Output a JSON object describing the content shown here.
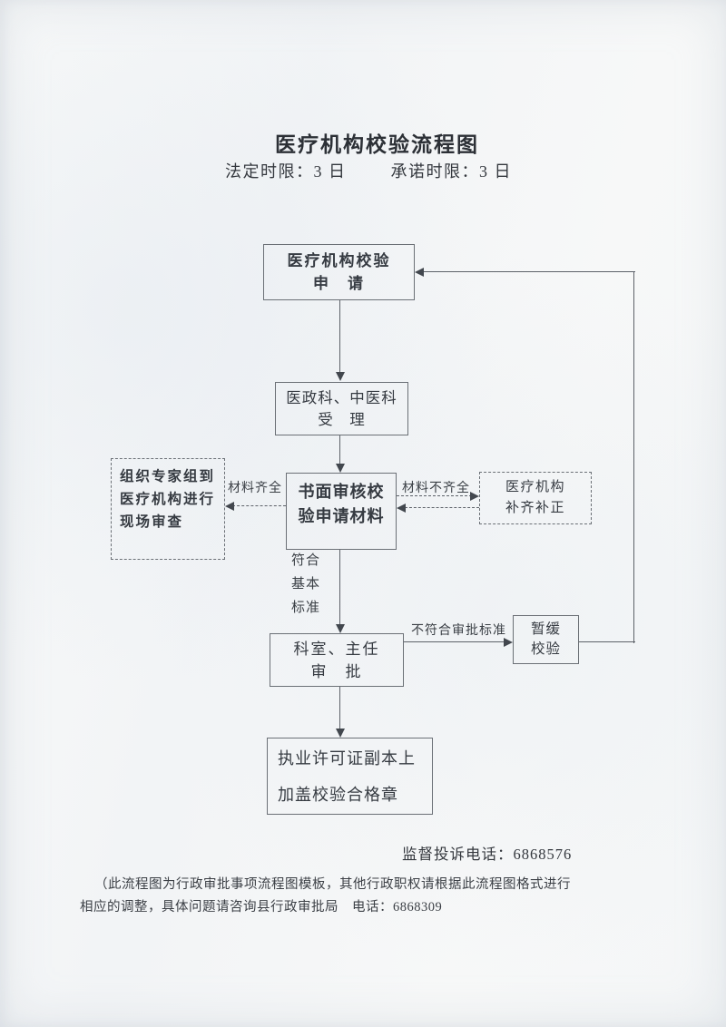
{
  "page": {
    "title": "医疗机构校验流程图",
    "legal_limit": "法定时限：3 日",
    "promise_limit": "承诺时限：3 日"
  },
  "flowchart": {
    "nodes": {
      "apply": {
        "line1": "医疗机构校验",
        "line2": "申　请"
      },
      "accept": {
        "line1": "医政科、中医科",
        "line2": "受　理"
      },
      "review": {
        "line1": "书面审核校",
        "line2": "验申请材料"
      },
      "expert": {
        "line1": "组织专家组到",
        "line2": "医疗机构进行",
        "line3": "现场审查"
      },
      "supplement": {
        "line1": "医疗机构",
        "line2": "补齐补正"
      },
      "approve": {
        "line1": "科室、主任",
        "line2": "审　批"
      },
      "suspend": {
        "line1": "暂缓",
        "line2": "校验"
      },
      "seal": {
        "line1": "执业许可证副本上",
        "line2": "加盖校验合格章"
      }
    },
    "labels": {
      "materials_complete": "材料齐全",
      "materials_incomplete": "材料不齐全",
      "meets_line1": "符合",
      "meets_line2": "基本",
      "meets_line3": "标准",
      "not_meets": "不符合审批标准"
    }
  },
  "footer": {
    "hotline": "监督投诉电话：6868576",
    "note_line1": "（此流程图为行政审批事项流程图模板，其他行政职权请根据此流程图格式进行",
    "note_line2": "相应的调整，具体问题请咨询县行政审批局　电话：6868309"
  }
}
